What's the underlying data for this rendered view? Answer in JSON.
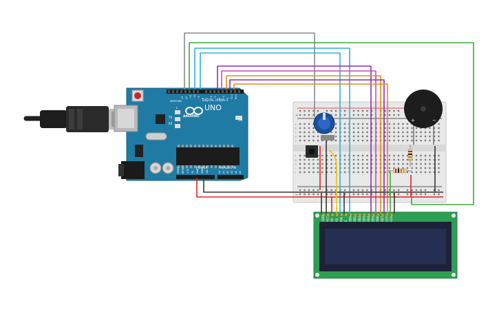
{
  "arduino": {
    "brand": "ARDUINO",
    "model": "UNO",
    "digital_label": "DIGITAL (PWM~)",
    "power_label": "POWER",
    "analog_label": "ANALOG IN",
    "aref_label": "AREF",
    "gnd_label": "GND",
    "led_l_label": "L",
    "tx_label": "TX",
    "rx_label": "RX",
    "on_label": "ON",
    "digital_pins": [
      "13",
      "12",
      "~11",
      "~10",
      "~9",
      "8",
      "7",
      "~6",
      "~5",
      "4",
      "~3",
      "2",
      "TX 1",
      "RX 0"
    ],
    "power_pins": [
      "IOREF",
      "RESET",
      "3.3V",
      "5V",
      "GND",
      "GND",
      "VIN"
    ],
    "analog_pins": [
      "A0",
      "A1",
      "A2",
      "A3",
      "A4",
      "A5"
    ]
  },
  "breadboard": {
    "rail_plus": "+",
    "rail_minus": "−",
    "row_letters": [
      "a",
      "b",
      "c",
      "d",
      "e",
      "f",
      "g",
      "h",
      "i",
      "j"
    ]
  },
  "buzzer": {
    "plus": "+",
    "minus": "−"
  },
  "lcd": {
    "pins": [
      "GND",
      "VCC",
      "V0",
      "RS",
      "RW",
      "E",
      "DB0",
      "DB1",
      "DB2",
      "DB3",
      "DB4",
      "DB5",
      "DB6",
      "DB7",
      "LED",
      "LED"
    ]
  },
  "colors": {
    "arduino_board": "#1f7ba4",
    "breadboard": "#e8e8e8",
    "lcd_board": "#2e9e52",
    "lcd_screen": "#242f52",
    "potentiometer": "#1a4f9c",
    "wire_gray": "#8a8a8a",
    "wire_green": "#3aaa3a",
    "wire_cyan": "#2bb0d8",
    "wire_purple": "#8e2ea8",
    "wire_magenta": "#c04cb6",
    "wire_orange": "#e8881a",
    "wire_red": "#e02020",
    "wire_black": "#333333",
    "wire_yellow": "#ecc20c"
  }
}
